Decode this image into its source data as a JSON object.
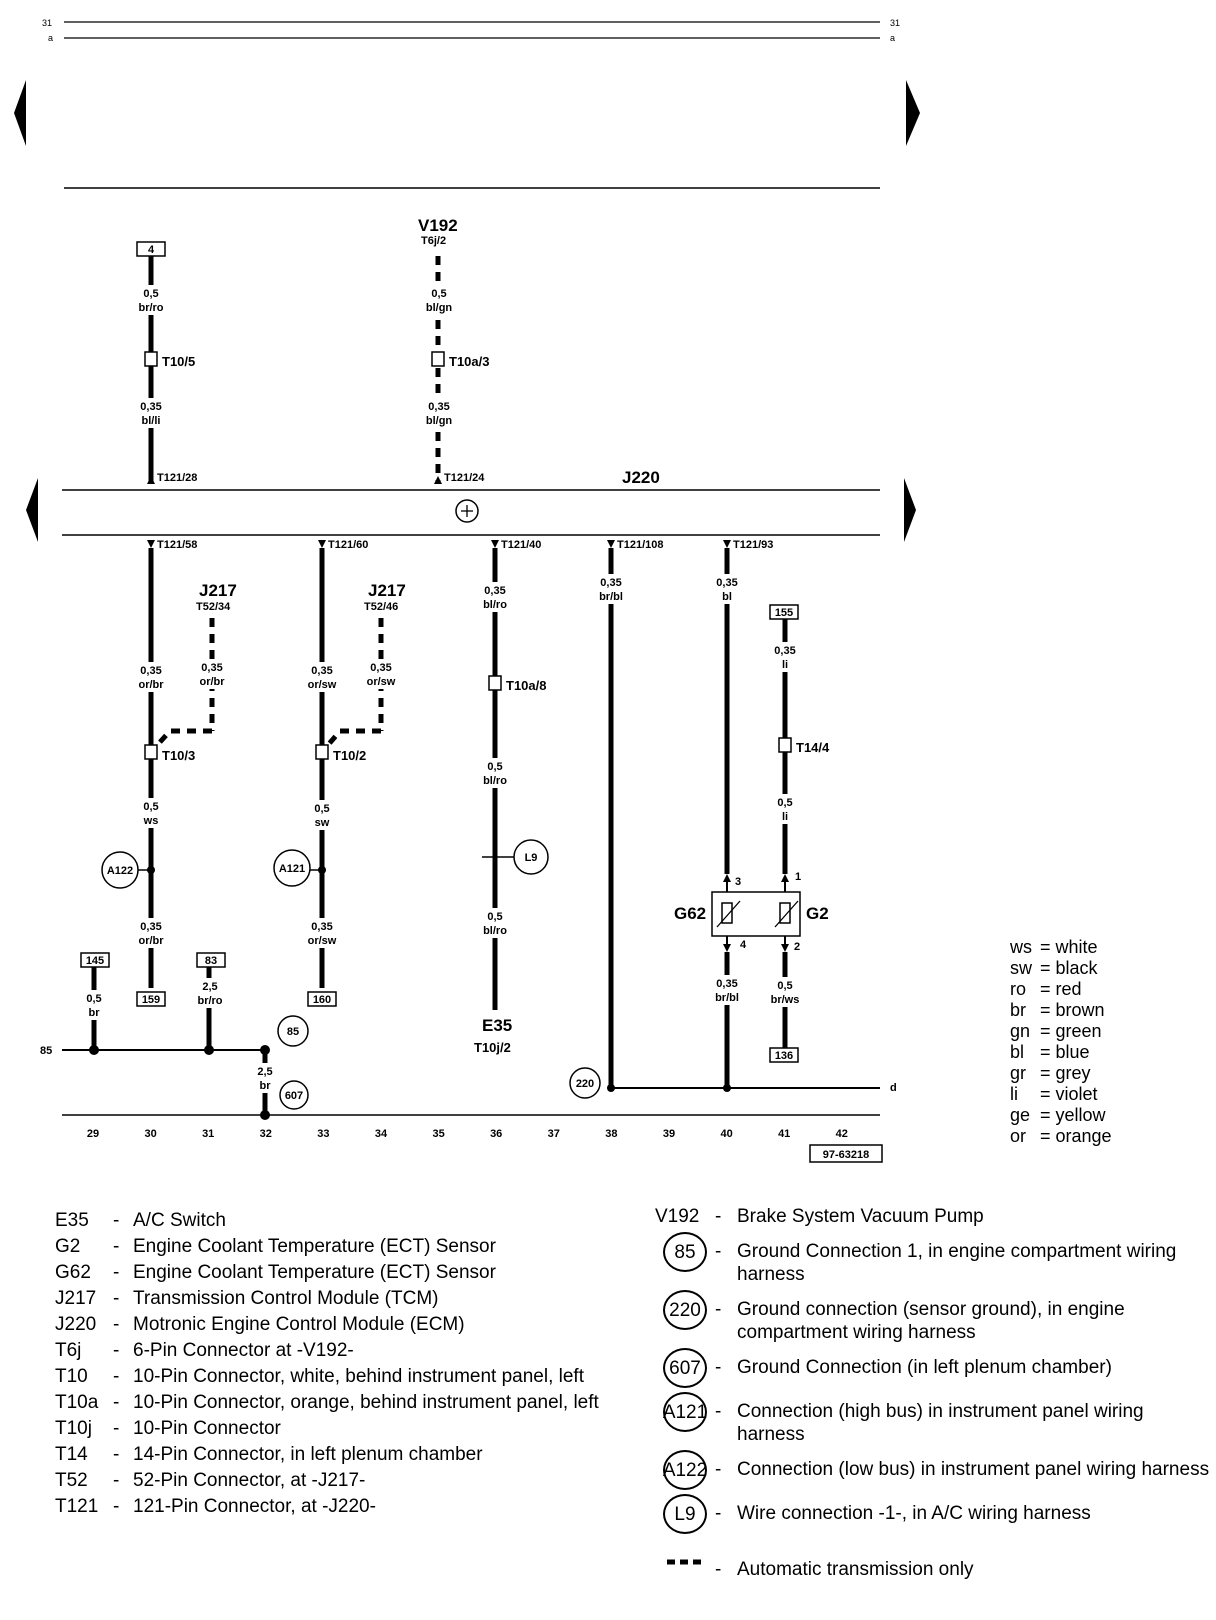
{
  "page_marks": {
    "top_left_num": "31",
    "top_left_letter": "a",
    "top_right_num": "31",
    "top_right_letter": "a",
    "doc_ref": "97-63218"
  },
  "ecm": {
    "name": "J220",
    "pins": {
      "p28": "T121/28",
      "p24": "T121/24",
      "p58": "T121/58",
      "p60": "T121/60",
      "p40": "T121/40",
      "p108": "T121/108",
      "p93": "T121/93"
    }
  },
  "components": {
    "v192": "V192",
    "v192_pin": "T6j/2",
    "j217a": "J217",
    "j217a_pin": "T52/34",
    "j217b": "J217",
    "j217b_pin": "T52/46",
    "e35": "E35",
    "e35_pin": "T10j/2",
    "g62": "G62",
    "g2": "G2"
  },
  "connectors": {
    "t10_5": "T10/5",
    "t10a_3": "T10a/3",
    "t10_3": "T10/3",
    "t10_2": "T10/2",
    "t10a_8": "T10a/8",
    "t14_4": "T14/4"
  },
  "refs": {
    "r4": "4",
    "r155": "155",
    "r145": "145",
    "r83": "83",
    "r159": "159",
    "r160": "160",
    "r136": "136"
  },
  "grounds": {
    "g85": "85",
    "g607": "607",
    "g220": "220",
    "a122": "A122",
    "a121": "A121",
    "l9": "L9"
  },
  "wires": {
    "w1": "0,5",
    "w1c": "br/ro",
    "w2": "0,35",
    "w2c": "bl/li",
    "w3": "0,5",
    "w3c": "bl/gn",
    "w4": "0,35",
    "w4c": "bl/gn",
    "w5": "0,35",
    "w5c": "or/br",
    "w6": "0,35",
    "w6c": "or/br",
    "w7": "0,5",
    "w7c": "ws",
    "w8": "0,35",
    "w8c": "or/br",
    "w9": "0,35",
    "w9c": "or/sw",
    "w10": "0,35",
    "w10c": "or/sw",
    "w11": "0,5",
    "w11c": "sw",
    "w12": "0,35",
    "w12c": "or/sw",
    "w13": "0,35",
    "w13c": "bl/ro",
    "w14": "0,5",
    "w14c": "bl/ro",
    "w15": "0,5",
    "w15c": "bl/ro",
    "w16": "0,35",
    "w16c": "br/bl",
    "w17": "0,35",
    "w17c": "bl",
    "w18": "0,35",
    "w18c": "br/bl",
    "w19": "0,35",
    "w19c": "li",
    "w20": "0,5",
    "w20c": "li",
    "w21": "0,5",
    "w21c": "br/ws",
    "w22": "0,5",
    "w22c": "br",
    "w23": "2,5",
    "w23c": "br/ro",
    "w24": "2,5",
    "w24c": "br"
  },
  "pin_nums": {
    "g62_top": "3",
    "g62_bot": "4",
    "g2_top": "1",
    "g2_bot": "2"
  },
  "bus_labels": {
    "left85": "85",
    "right_d": "d"
  },
  "columns": [
    "29",
    "30",
    "31",
    "32",
    "33",
    "34",
    "35",
    "36",
    "37",
    "38",
    "39",
    "40",
    "41",
    "42"
  ],
  "color_key": [
    {
      "abbr": "ws",
      "name": "= white"
    },
    {
      "abbr": "sw",
      "name": "= black"
    },
    {
      "abbr": "ro",
      "name": "= red"
    },
    {
      "abbr": "br",
      "name": "= brown"
    },
    {
      "abbr": "gn",
      "name": "= green"
    },
    {
      "abbr": "bl",
      "name": "= blue"
    },
    {
      "abbr": "gr",
      "name": "= grey"
    },
    {
      "abbr": "li",
      "name": "= violet"
    },
    {
      "abbr": "ge",
      "name": "= yellow"
    },
    {
      "abbr": "or",
      "name": "= orange"
    }
  ],
  "legend_left": [
    {
      "code": "E35",
      "desc": "A/C Switch"
    },
    {
      "code": "G2",
      "desc": "Engine Coolant Temperature (ECT) Sensor"
    },
    {
      "code": "G62",
      "desc": "Engine Coolant Temperature (ECT) Sensor"
    },
    {
      "code": "J217",
      "desc": "Transmission Control Module (TCM)"
    },
    {
      "code": "J220",
      "desc": "Motronic Engine Control Module (ECM)"
    },
    {
      "code": "T6j",
      "desc": "6-Pin Connector at -V192-"
    },
    {
      "code": "T10",
      "desc": "10-Pin Connector, white, behind instrument panel, left"
    },
    {
      "code": "T10a",
      "desc": "10-Pin Connector, orange, behind instrument panel, left"
    },
    {
      "code": "T10j",
      "desc": "10-Pin Connector"
    },
    {
      "code": "T14",
      "desc": "14-Pin Connector, in left plenum chamber"
    },
    {
      "code": "T52",
      "desc": "52-Pin Connector, at -J217-"
    },
    {
      "code": "T121",
      "desc": "121-Pin Connector, at -J220-"
    }
  ],
  "legend_right_first": {
    "code": "V192",
    "desc": "Brake System Vacuum Pump"
  },
  "legend_right": [
    {
      "code": "85",
      "desc": "Ground Connection 1, in engine compartment wiring harness"
    },
    {
      "code": "220",
      "desc": "Ground connection (sensor ground), in engine compartment wiring harness"
    },
    {
      "code": "607",
      "desc": "Ground Connection (in left plenum chamber)"
    },
    {
      "code": "A121",
      "desc": "Connection (high bus) in instrument panel wiring harness"
    },
    {
      "code": "A122",
      "desc": "Connection (low bus) in instrument panel wiring harness"
    },
    {
      "code": "L9",
      "desc": "Wire connection -1-, in A/C  wiring harness"
    }
  ],
  "legend_dash": {
    "desc": "Automatic transmission only"
  }
}
